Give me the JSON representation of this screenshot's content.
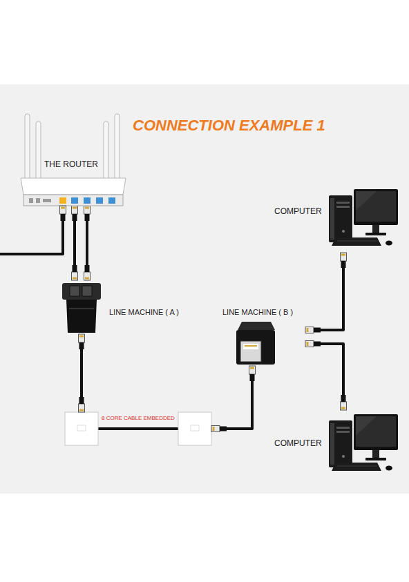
{
  "diagram": {
    "title": "CONNECTION EXAMPLE 1",
    "nodes": [
      {
        "text": [
          "THE ROUTER"
        ]
      },
      {
        "text": [
          "COMPUTER"
        ]
      },
      {
        "text": [
          "LINE MACHINE ( A )"
        ]
      },
      {
        "text": [
          "LINE MACHINE ( B )"
        ]
      },
      {
        "text": [
          "COMPUTER"
        ]
      }
    ],
    "edges": [
      {
        "from": 0,
        "to": 2,
        "arrow": "none"
      },
      {
        "from": 0,
        "to": 2,
        "arrow": "none"
      },
      {
        "from": 2,
        "to": 3,
        "label": "8 CORE CABLE EMBEDDED",
        "arrow": "none"
      },
      {
        "from": 3,
        "to": 1,
        "arrow": "none"
      },
      {
        "from": 3,
        "to": 4,
        "arrow": "none"
      }
    ]
  }
}
